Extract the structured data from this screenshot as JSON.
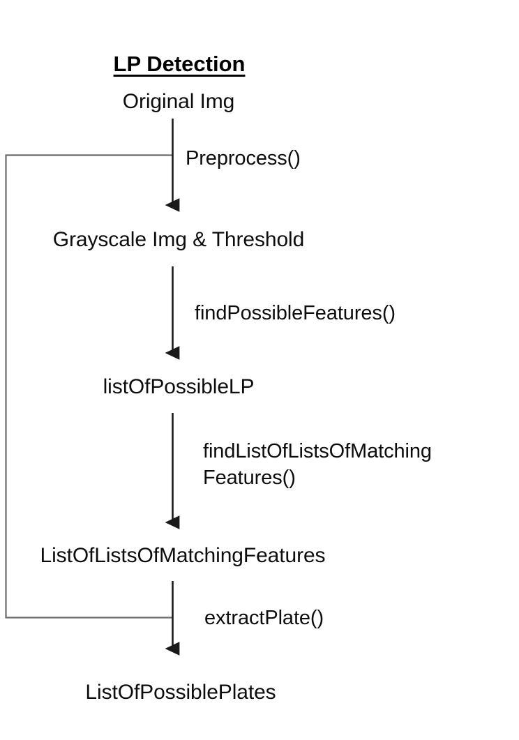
{
  "diagram": {
    "title": "LP Detection",
    "background_color": "#ffffff",
    "line_color": "#262626",
    "text_color": "#0d0d0d",
    "nodes": [
      {
        "id": "original-img",
        "label": "Original Img"
      },
      {
        "id": "grayscale-img-threshold",
        "label": "Grayscale Img & Threshold"
      },
      {
        "id": "list-of-possible-lp",
        "label": "listOfPossibleLP"
      },
      {
        "id": "list-of-lists-of-matching-features",
        "label": "ListOfListsOfMatchingFeatures"
      },
      {
        "id": "list-of-possible-plates",
        "label": "ListOfPossiblePlates"
      }
    ],
    "edge_labels": [
      {
        "id": "preprocess",
        "label": "Preprocess()"
      },
      {
        "id": "find-possible-features",
        "label": "findPossibleFeatures()"
      },
      {
        "id": "find-list-of-lists-of-matching-features",
        "label": "findListOfListsOfMatching\nFeatures()"
      },
      {
        "id": "extract-plate",
        "label": "extractPlate()"
      }
    ],
    "feedback_connector": {
      "id": "feedback-loop",
      "description": "loop from ListOfListsOfMatchingFeatures stage back up to Preprocess stage"
    }
  }
}
